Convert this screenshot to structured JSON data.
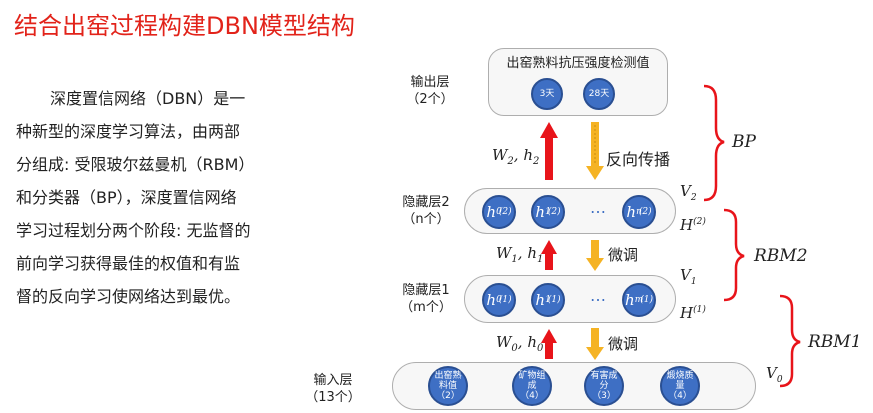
{
  "title": "结合出窑过程构建DBN模型结构",
  "paragraph": {
    "lines": [
      "深度置信网络（DBN）是一",
      "种新型的深度学习算法，由两部",
      "分组成: 受限玻尔兹曼机（RBM）",
      "和分类器（BP），深度置信网络",
      "学习过程划分两个阶段: 无监督的",
      "前向学习获得最佳的权值和有监",
      "督的反向学习使网络达到最优。"
    ]
  },
  "layers": {
    "output": {
      "label": "输出层",
      "count": "（2个）",
      "panel_title": "出窑熟料抗压强度检测值",
      "nodes": [
        "3天",
        "28天"
      ]
    },
    "hidden2": {
      "label": "隐藏层2",
      "count": "（n个）",
      "nodes": [
        "h0(2)",
        "h1(2)",
        "hn(2)"
      ]
    },
    "hidden1": {
      "label": "隐藏层1",
      "count": "（m个）",
      "nodes": [
        "h0(1)",
        "h1(1)",
        "hm(1)"
      ]
    },
    "input": {
      "label": "输入层",
      "count": "（13个）",
      "nodes": [
        {
          "line1": "出窑熟",
          "line2": "料值",
          "line3": "（2）"
        },
        {
          "line1": "矿物组",
          "line2": "成",
          "line3": "（4）"
        },
        {
          "line1": "有害成",
          "line2": "分",
          "line3": "（3）"
        },
        {
          "line1": "煅烧质",
          "line2": "量",
          "line3": "（4）"
        }
      ]
    }
  },
  "node_labels": {
    "h2_0": {
      "base": "h",
      "sub": "0",
      "sup": "(2)"
    },
    "h2_1": {
      "base": "h",
      "sub": "1",
      "sup": "(2)"
    },
    "h2_n": {
      "base": "h",
      "sub": "n",
      "sup": "(2)"
    },
    "h1_0": {
      "base": "h",
      "sub": "0",
      "sup": "(1)"
    },
    "h1_1": {
      "base": "h",
      "sub": "1",
      "sup": "(1)"
    },
    "h1_m": {
      "base": "h",
      "sub": "m",
      "sup": "(1)"
    }
  },
  "ellipsis": "…",
  "connections": {
    "top": {
      "weight": "W",
      "wsub": "2",
      "bias": "h",
      "bsub": "2",
      "text": "反向传播"
    },
    "middle": {
      "weight": "W",
      "wsub": "1",
      "bias": "h",
      "bsub": "1",
      "text": "微调"
    },
    "bottom": {
      "weight": "W",
      "wsub": "0",
      "bias": "h",
      "bsub": "0",
      "text": "微调"
    }
  },
  "side_labels": {
    "V2": {
      "base": "V",
      "sub": "2"
    },
    "H2": {
      "base": "H",
      "sup": "(2)"
    },
    "V1": {
      "base": "V",
      "sub": "1"
    },
    "H1": {
      "base": "H",
      "sup": "(1)"
    },
    "V0": {
      "base": "V",
      "sub": "0"
    }
  },
  "brackets": {
    "bp": "BP",
    "rbm2": "RBM2",
    "rbm1": "RBM1"
  },
  "colors": {
    "title": "#e2231a",
    "node_fill": "#3e6fc4",
    "up_arrow": "#e8141a",
    "down_arrow": "#f5b324",
    "bracket": "#e8141a"
  }
}
